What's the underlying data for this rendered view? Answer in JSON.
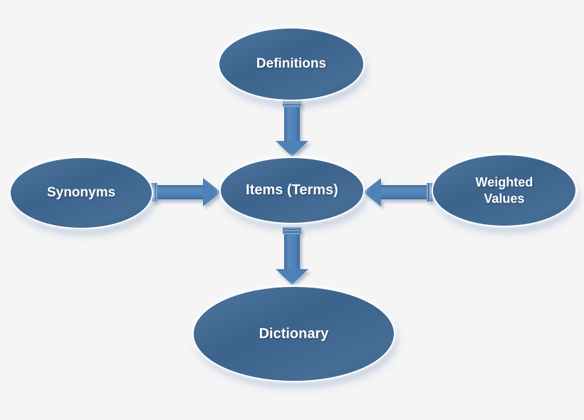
{
  "diagram": {
    "type": "hub-and-spoke",
    "background_color": "#f5f5f6",
    "node_fill_start": "#4e769f",
    "node_fill_end": "#3a6088",
    "node_text_color": "#ffffff",
    "arrow_color": "#4e81b6",
    "nodes": [
      {
        "id": "definitions",
        "label": "Definitions",
        "position": "top"
      },
      {
        "id": "synonyms",
        "label": "Synonyms",
        "position": "left"
      },
      {
        "id": "items-terms",
        "label": "Items (Terms)",
        "position": "center"
      },
      {
        "id": "weighted-values",
        "label": "Weighted Values",
        "position": "right"
      },
      {
        "id": "dictionary",
        "label": "Dictionary",
        "position": "bottom"
      }
    ],
    "edges": [
      {
        "from": "definitions",
        "to": "items-terms",
        "direction": "down"
      },
      {
        "from": "synonyms",
        "to": "items-terms",
        "direction": "right"
      },
      {
        "from": "weighted-values",
        "to": "items-terms",
        "direction": "left"
      },
      {
        "from": "items-terms",
        "to": "dictionary",
        "direction": "down"
      }
    ]
  }
}
